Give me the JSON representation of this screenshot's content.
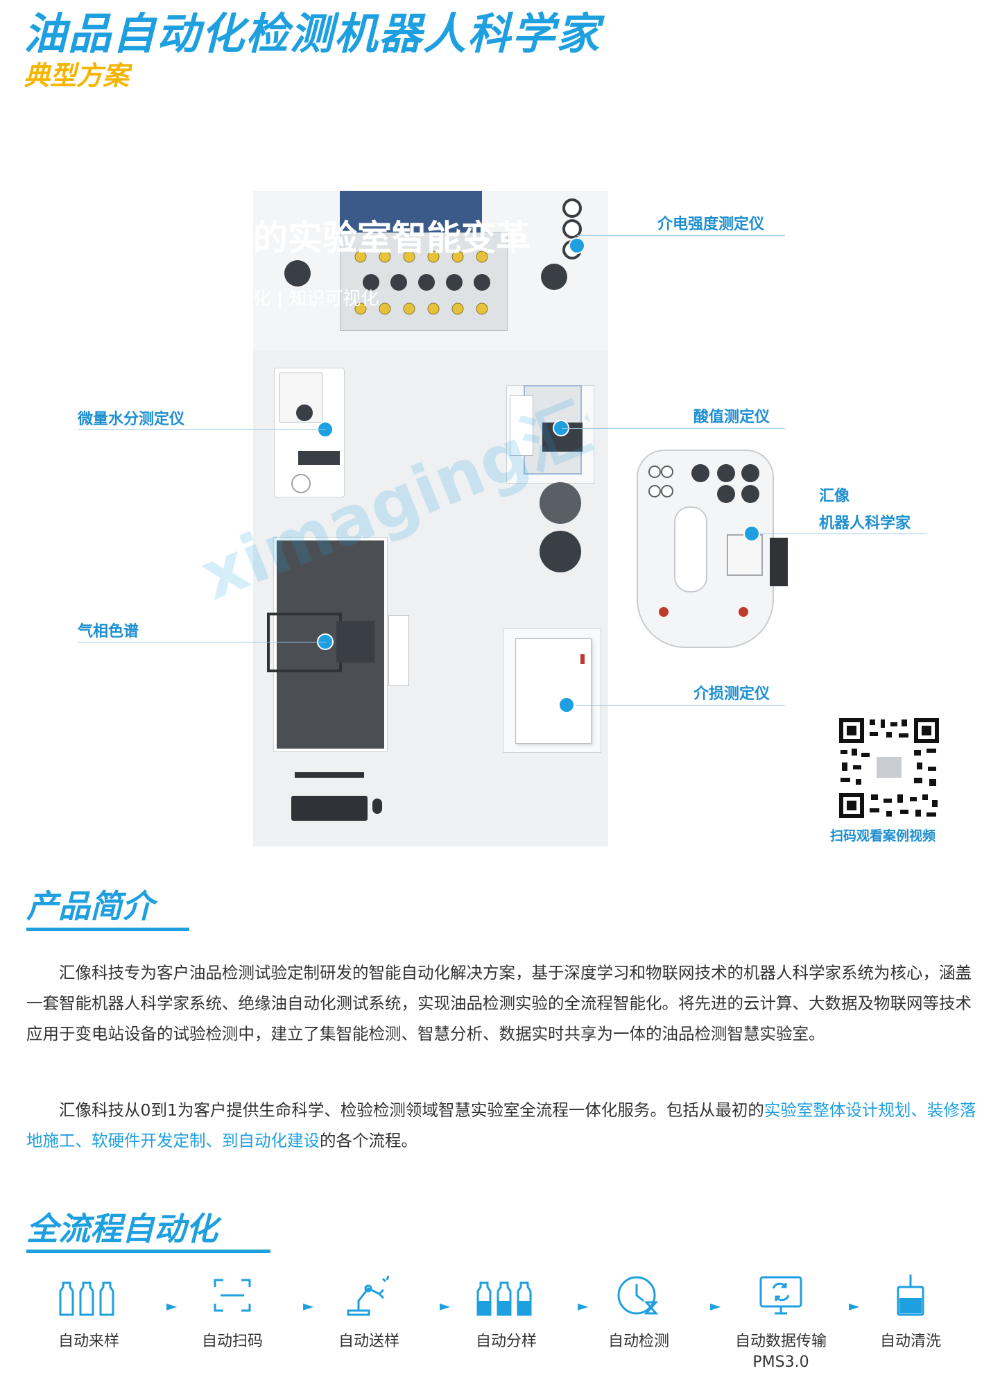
{
  "header": {
    "title": "油品自动化检测机器人科学家",
    "subtitle": "典型方案"
  },
  "plan": {
    "overlay_title": "的实验室智能变革",
    "overlay_sub": "化 | 知识可视化",
    "watermark": "ximaging汇像",
    "callouts": {
      "dielectric_strength": "介电强度测定仪",
      "moisture": "微量水分测定仪",
      "acid": "酸值测定仪",
      "robot_line1": "汇像",
      "robot_line2": "机器人科学家",
      "gc": "气相色谱",
      "dielectric_loss": "介损测定仪"
    }
  },
  "qr": {
    "caption": "扫码观看案例视频"
  },
  "intro": {
    "title": "产品简介",
    "p1": "汇像科技专为客户油品检测试验定制研发的智能自动化解决方案，基于深度学习和物联网技术的机器人科学家系统为核心，涵盖一套智能机器人科学家系统、绝缘油自动化测试系统，实现油品检测实验的全流程智能化。将先进的云计算、大数据及物联网等技术应用于变电站设备的试验检测中，建立了集智能检测、智慧分析、数据实时共享为一体的油品检测智慧实验室。",
    "p2_pre": "汇像科技从0到1为客户提供生命科学、检验检测领域智慧实验室全流程一体化服务。包括从最初的",
    "p2_highlight": "实验室整体设计规划、装修落地施工、软硬件开发定制、到自动化建设",
    "p2_post": "的各个流程。"
  },
  "flow": {
    "title": "全流程自动化",
    "steps": [
      {
        "label": "自动来样",
        "icon": "bottles-icon"
      },
      {
        "label": "自动扫码",
        "icon": "scan-icon"
      },
      {
        "label": "自动送样",
        "icon": "robot-arm-icon"
      },
      {
        "label": "自动分样",
        "icon": "filled-bottles-icon"
      },
      {
        "label": "自动检测",
        "icon": "clock-hourglass-icon"
      },
      {
        "label": "自动数据传输",
        "sublabel": "PMS3.0",
        "icon": "monitor-sync-icon"
      },
      {
        "label": "自动清洗",
        "icon": "beaker-icon"
      }
    ],
    "arrow": "►"
  },
  "colors": {
    "accent": "#1d9fe0",
    "subtitle": "#f5b400"
  }
}
